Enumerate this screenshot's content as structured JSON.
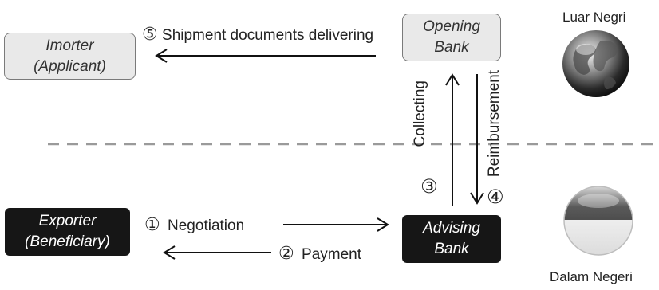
{
  "nodes": {
    "importer": {
      "line1": "Imorter",
      "line2": "(Applicant)"
    },
    "opening_bank": {
      "line1": "Opening",
      "line2": "Bank"
    },
    "exporter": {
      "line1": "Exporter",
      "line2": "(Beneficiary)"
    },
    "advising_bank": {
      "line1": "Advising",
      "line2": "Bank"
    }
  },
  "steps": {
    "s1": {
      "num": "①",
      "label": "Negotiation"
    },
    "s2": {
      "num": "②",
      "label": "Payment"
    },
    "s3": {
      "num": "③",
      "label": "Collecting"
    },
    "s4": {
      "num": "④",
      "label": "Reimbursement"
    },
    "s5": {
      "num": "⑤",
      "label": "Shipment documents delivering"
    }
  },
  "regions": {
    "top": "Luar Negri",
    "bottom": "Dalam Negeri"
  },
  "colors": {
    "dark_box": "#161616",
    "light_box": "#e9e9e9",
    "divider": "#9a9a9a"
  }
}
